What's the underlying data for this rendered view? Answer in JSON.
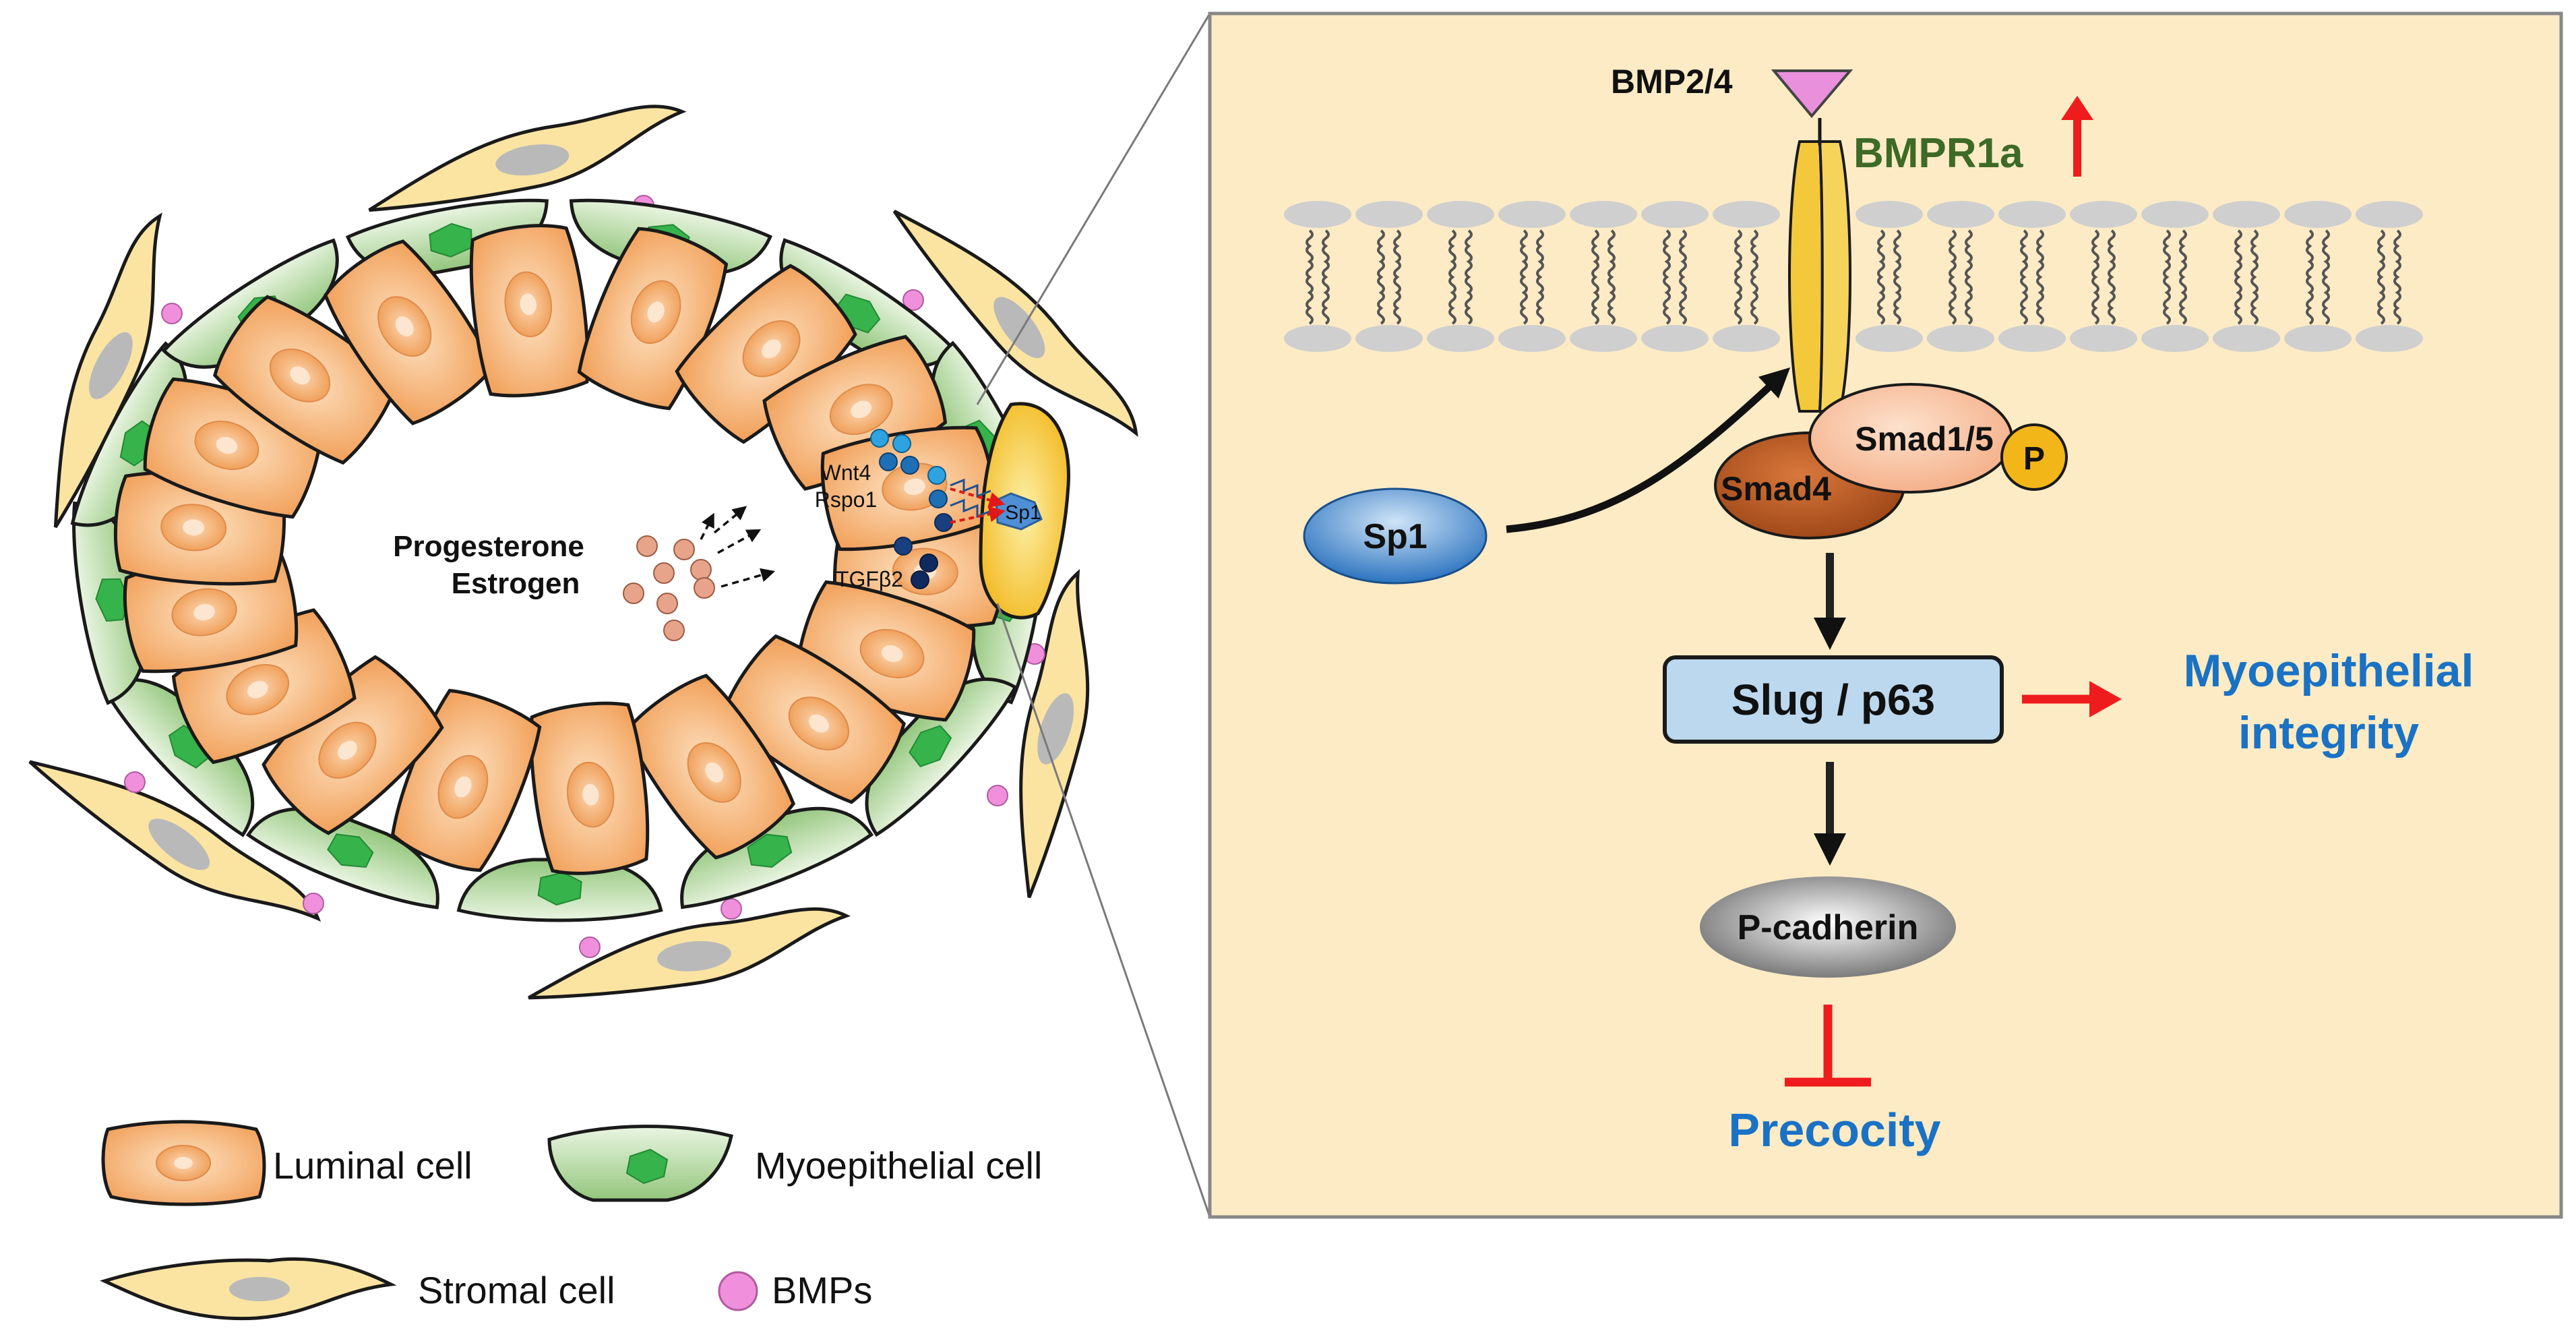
{
  "colors": {
    "luminal_fill": "#f2a35e",
    "luminal_fill_light": "#fbdcb8",
    "myo_fill": "#9fcf8a",
    "myo_fill_light": "#e7f3de",
    "stromal_fill": "#fbe4a2",
    "bmp_dot": "#f090dc",
    "panel_bg": "#fcebc5",
    "membrane_head": "#cfcfcf",
    "receptor": "#f3c83a",
    "ligand": "#e990dc",
    "smad4": "#b4551f",
    "smad15": "#f7c3a0",
    "p_badge": "#f3b618",
    "sp1": "#2f7cc8",
    "slug_box": "#bcd8ef",
    "pcad": "#8a8a8a",
    "blue_text": "#1a72c4",
    "green_text": "#3d6a25",
    "red_arrow": "#ee1c1c"
  },
  "icons": {
    "ligand": "triangle-down-icon",
    "receptor": "receptor-icon",
    "up_arrow": "red-up-arrow-icon",
    "inhibit": "inhibition-bar-icon"
  },
  "left": {
    "hormones_line1": "Progesterone",
    "hormones_line2": "Estrogen",
    "wnt4": "Wnt4",
    "rspo1": "Rspo1",
    "tgfb2": "TGFβ2",
    "sp1_small": "Sp1"
  },
  "legend": {
    "luminal": "Luminal cell",
    "myo": "Myoepithelial cell",
    "stromal": "Stromal cell",
    "bmps": "BMPs"
  },
  "pathway": {
    "ligand": "BMP2/4",
    "receptor": "BMPR1a",
    "smad15": "Smad1/5",
    "smad4": "Smad4",
    "p": "P",
    "sp1": "Sp1",
    "slug": "Slug / p63",
    "myo_line1": "Myoepithelial",
    "myo_line2": "integrity",
    "pcad": "P-cadherin",
    "precocity": "Precocity"
  }
}
